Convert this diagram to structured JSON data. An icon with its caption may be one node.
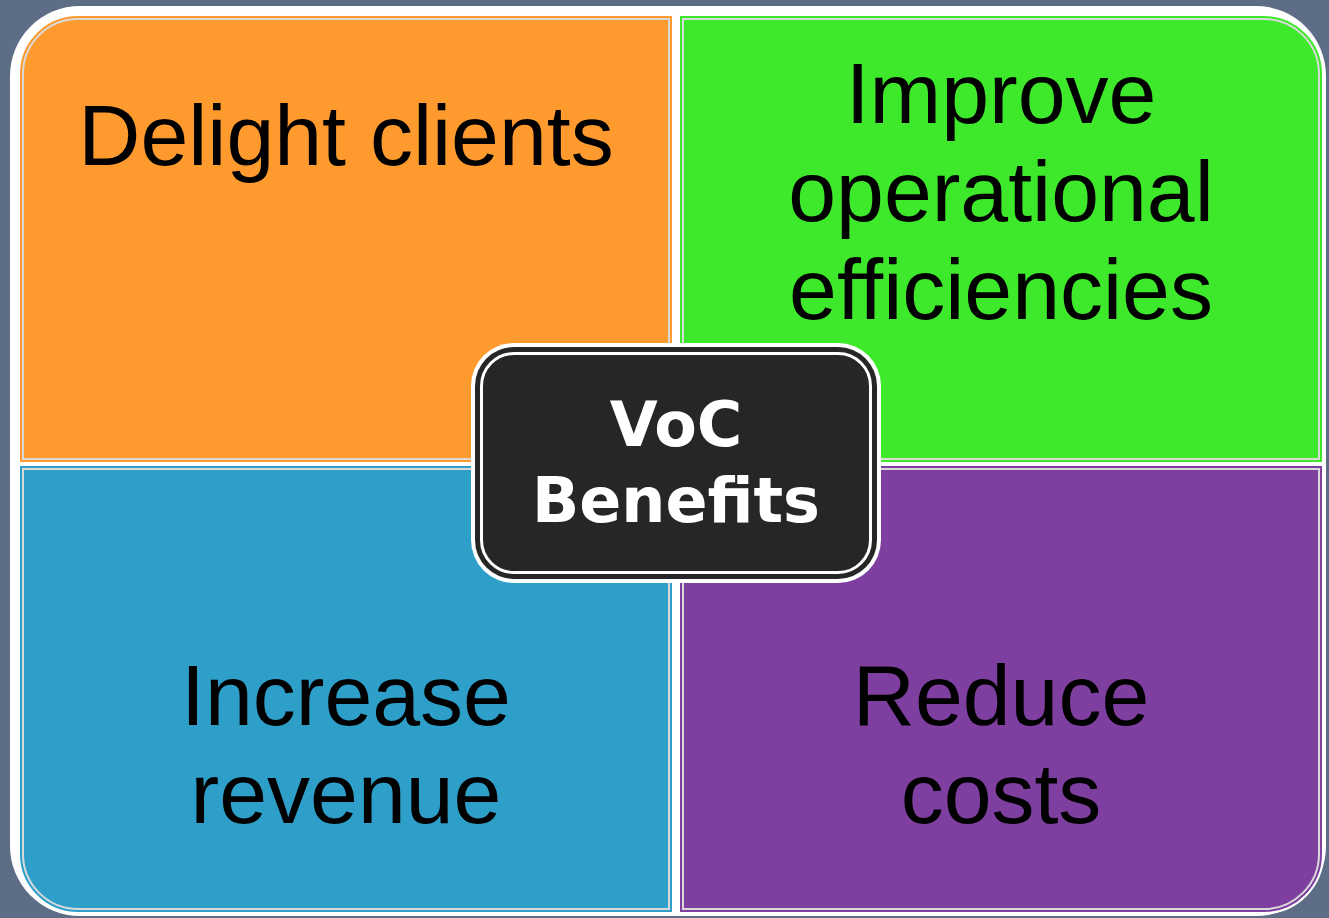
{
  "diagram": {
    "nodes": [
      {
        "text": [
          "Delight clients"
        ]
      },
      {
        "text": [
          "Improve operational efficiencies"
        ]
      },
      {
        "text": [
          "VoC Benefits"
        ]
      },
      {
        "text": [
          "Increase revenue"
        ]
      },
      {
        "text": [
          "Reduce costs"
        ]
      }
    ]
  }
}
